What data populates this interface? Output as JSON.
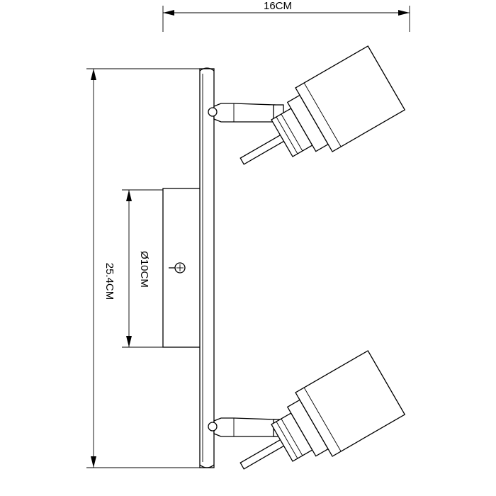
{
  "dimensions": {
    "width_label": "16CM",
    "height_label": "25.4CM",
    "base_diameter_label": "Ø10CM"
  },
  "parts": [
    "mounting-bar",
    "wall-base-plate",
    "screw",
    "spotlight-top",
    "spotlight-bottom"
  ]
}
